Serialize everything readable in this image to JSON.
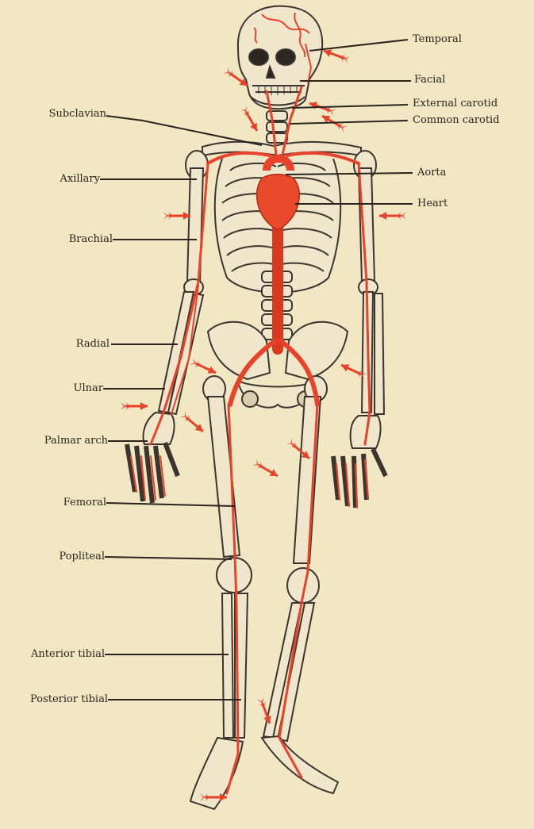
{
  "colors": {
    "background": "#f1e7c3",
    "bone_outline": "#3b3530",
    "bone_fill": "#efe6cc",
    "artery": "#e8432a",
    "label_line": "#2a2420"
  },
  "labels": {
    "temporal": "Temporal",
    "facial": "Facial",
    "external_carotid": "External carotid",
    "common_carotid": "Common carotid",
    "subclavian": "Subclavian",
    "aorta": "Aorta",
    "axillary": "Axillary",
    "heart": "Heart",
    "brachial": "Brachial",
    "radial": "Radial",
    "ulnar": "Ulnar",
    "palmar_arch": "Palmar arch",
    "femoral": "Femoral",
    "popliteal": "Popliteal",
    "anterior_tibial": "Anterior tibial",
    "posterior_tibial": "Posterior tibial"
  }
}
